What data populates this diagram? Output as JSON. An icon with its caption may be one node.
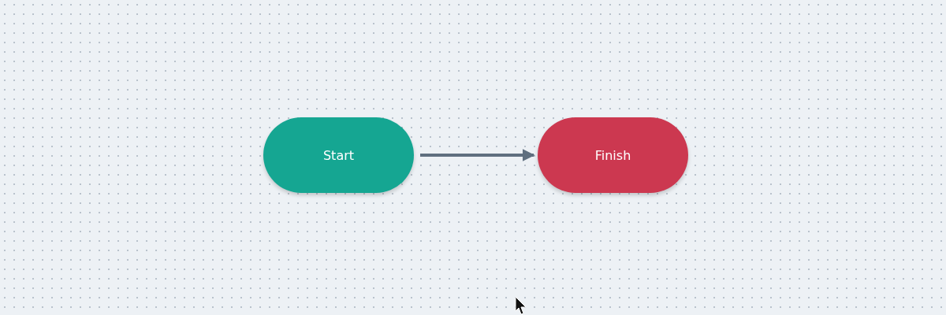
{
  "diagram": {
    "nodes": [
      {
        "text": [
          "Start"
        ]
      },
      {
        "text": [
          "Finish"
        ]
      }
    ],
    "edges": [
      {
        "from": 0,
        "to": 1,
        "arrow": "to"
      }
    ]
  }
}
